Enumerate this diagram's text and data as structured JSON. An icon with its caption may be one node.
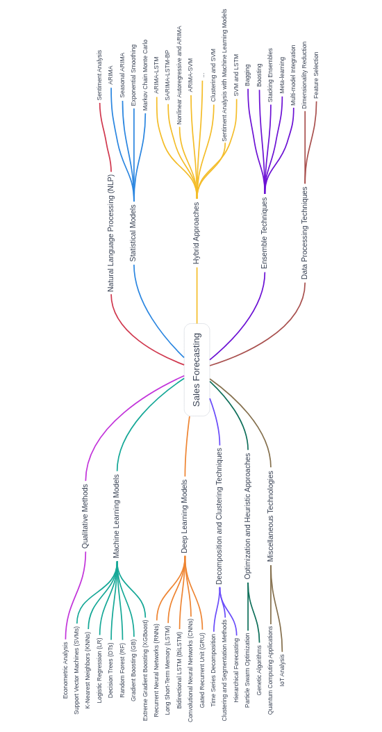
{
  "diagram": {
    "nodes": [
      {
        "text": [
          "Sales Forecasting"
        ]
      },
      {
        "text": [
          "Natural Language Processing (NLP)"
        ]
      },
      {
        "text": [
          "Sentiment Analysis"
        ]
      },
      {
        "text": [
          "Statistical Models"
        ]
      },
      {
        "text": [
          "ARIMA"
        ]
      },
      {
        "text": [
          "Seasonal ARIMA"
        ]
      },
      {
        "text": [
          "Exponential Smoothing"
        ]
      },
      {
        "text": [
          "Markov Chain Monte Carlo"
        ]
      },
      {
        "text": [
          "Hybrid Approaches"
        ]
      },
      {
        "text": [
          "ARIMA-LSTM"
        ]
      },
      {
        "text": [
          "SARIMA-LSTM-BP"
        ]
      },
      {
        "text": [
          "Nonlinear Autoregressive and ARIMA"
        ]
      },
      {
        "text": [
          "ARIMA-SVM"
        ]
      },
      {
        "text": [
          "..."
        ]
      },
      {
        "text": [
          "Clustering and SVM"
        ]
      },
      {
        "text": [
          "Sentiment Analysis with Machine Learning Models"
        ]
      },
      {
        "text": [
          "SVM and LSTM"
        ]
      },
      {
        "text": [
          "Ensemble Techniques"
        ]
      },
      {
        "text": [
          "Bagging"
        ]
      },
      {
        "text": [
          "Boosting"
        ]
      },
      {
        "text": [
          "Stacking Ensembles"
        ]
      },
      {
        "text": [
          "Meta-learning"
        ]
      },
      {
        "text": [
          "Multi-model Integration"
        ]
      },
      {
        "text": [
          "Data Processing Techniques"
        ]
      },
      {
        "text": [
          "Dimensionality Reduction"
        ]
      },
      {
        "text": [
          "Feature Selection"
        ]
      },
      {
        "text": [
          "Qualitative Methods"
        ]
      },
      {
        "text": [
          "Econometric Analysis"
        ]
      },
      {
        "text": [
          "Machine Learning Models"
        ]
      },
      {
        "text": [
          "Support Vector Machines (SVMs)"
        ]
      },
      {
        "text": [
          "K-Nearest Neighbors (KNNs)"
        ]
      },
      {
        "text": [
          "Logistic Regression (LR)"
        ]
      },
      {
        "text": [
          "Decision Trees (DTs)"
        ]
      },
      {
        "text": [
          "Random Forest (RF)"
        ]
      },
      {
        "text": [
          "Gradient Boosting (GB)"
        ]
      },
      {
        "text": [
          "Extreme Gradient Boosting (XGBoost)"
        ]
      },
      {
        "text": [
          "Deep Learning Models"
        ]
      },
      {
        "text": [
          "Recurrent Neural Networks (RNNs)"
        ]
      },
      {
        "text": [
          "Long Short-Term Memory (LSTM)"
        ]
      },
      {
        "text": [
          "Bidirectional LSTM (BiLSTM)"
        ]
      },
      {
        "text": [
          "Convolutional Neural Networks (CNNs)"
        ]
      },
      {
        "text": [
          "Gated Recurrent Unit (GRU)"
        ]
      },
      {
        "text": [
          "Decomposition and Clustering Techniques"
        ]
      },
      {
        "text": [
          "Time Series Decomposition"
        ]
      },
      {
        "text": [
          "Clustering and Segmentation Methods"
        ]
      },
      {
        "text": [
          "Hierarchical Forecasting"
        ]
      },
      {
        "text": [
          "Optimization and Heuristic Approaches"
        ]
      },
      {
        "text": [
          "Particle Swarm Optimization"
        ]
      },
      {
        "text": [
          "Genetic Algorithms"
        ]
      },
      {
        "text": [
          "Miscellaneous Technologies"
        ]
      },
      {
        "text": [
          "Quantum Computing Applications"
        ]
      },
      {
        "text": [
          "IoT Analysis"
        ]
      }
    ],
    "edges": [
      {
        "from": 0,
        "to": 1,
        "arrow": "none",
        "color": "#d0394f"
      },
      {
        "from": 1,
        "to": 2,
        "arrow": "none",
        "color": "#d0394f"
      },
      {
        "from": 0,
        "to": 3,
        "arrow": "none",
        "color": "#2b86e0"
      },
      {
        "from": 3,
        "to": 4,
        "arrow": "none",
        "color": "#2b86e0"
      },
      {
        "from": 3,
        "to": 5,
        "arrow": "none",
        "color": "#2b86e0"
      },
      {
        "from": 3,
        "to": 6,
        "arrow": "none",
        "color": "#2b86e0"
      },
      {
        "from": 3,
        "to": 7,
        "arrow": "none",
        "color": "#2b86e0"
      },
      {
        "from": 0,
        "to": 8,
        "arrow": "none",
        "color": "#f4bd2a"
      },
      {
        "from": 8,
        "to": 9,
        "arrow": "none",
        "color": "#f4bd2a"
      },
      {
        "from": 8,
        "to": 10,
        "arrow": "none",
        "color": "#f4bd2a"
      },
      {
        "from": 8,
        "to": 11,
        "arrow": "none",
        "color": "#f4bd2a"
      },
      {
        "from": 8,
        "to": 12,
        "arrow": "none",
        "color": "#f4bd2a"
      },
      {
        "from": 8,
        "to": 13,
        "arrow": "none",
        "color": "#f4bd2a"
      },
      {
        "from": 8,
        "to": 14,
        "arrow": "none",
        "color": "#f4bd2a"
      },
      {
        "from": 8,
        "to": 15,
        "arrow": "none",
        "color": "#f4bd2a"
      },
      {
        "from": 8,
        "to": 16,
        "arrow": "none",
        "color": "#f4bd2a"
      },
      {
        "from": 0,
        "to": 17,
        "arrow": "none",
        "color": "#6c12d4"
      },
      {
        "from": 17,
        "to": 18,
        "arrow": "none",
        "color": "#6c12d4"
      },
      {
        "from": 17,
        "to": 19,
        "arrow": "none",
        "color": "#6c12d4"
      },
      {
        "from": 17,
        "to": 20,
        "arrow": "none",
        "color": "#6c12d4"
      },
      {
        "from": 17,
        "to": 21,
        "arrow": "none",
        "color": "#6c12d4"
      },
      {
        "from": 17,
        "to": 22,
        "arrow": "none",
        "color": "#6c12d4"
      },
      {
        "from": 0,
        "to": 23,
        "arrow": "none",
        "color": "#a9514f"
      },
      {
        "from": 23,
        "to": 24,
        "arrow": "none",
        "color": "#a9514f"
      },
      {
        "from": 23,
        "to": 25,
        "arrow": "none",
        "color": "#a9514f"
      },
      {
        "from": 26,
        "to": 0,
        "arrow": "none",
        "color": "#c234da"
      },
      {
        "from": 27,
        "to": 26,
        "arrow": "none",
        "color": "#c234da"
      },
      {
        "from": 28,
        "to": 0,
        "arrow": "none",
        "color": "#16a897"
      },
      {
        "from": 29,
        "to": 28,
        "arrow": "none",
        "color": "#16a897"
      },
      {
        "from": 30,
        "to": 28,
        "arrow": "none",
        "color": "#16a897"
      },
      {
        "from": 31,
        "to": 28,
        "arrow": "none",
        "color": "#16a897"
      },
      {
        "from": 32,
        "to": 28,
        "arrow": "none",
        "color": "#16a897"
      },
      {
        "from": 33,
        "to": 28,
        "arrow": "none",
        "color": "#16a897"
      },
      {
        "from": 34,
        "to": 28,
        "arrow": "none",
        "color": "#16a897"
      },
      {
        "from": 35,
        "to": 28,
        "arrow": "none",
        "color": "#16a897"
      },
      {
        "from": 36,
        "to": 0,
        "arrow": "none",
        "color": "#ee8533"
      },
      {
        "from": 37,
        "to": 36,
        "arrow": "none",
        "color": "#ee8533"
      },
      {
        "from": 38,
        "to": 36,
        "arrow": "none",
        "color": "#ee8533"
      },
      {
        "from": 39,
        "to": 36,
        "arrow": "none",
        "color": "#ee8533"
      },
      {
        "from": 40,
        "to": 36,
        "arrow": "none",
        "color": "#ee8533"
      },
      {
        "from": 41,
        "to": 36,
        "arrow": "none",
        "color": "#ee8533"
      },
      {
        "from": 42,
        "to": 0,
        "arrow": "none",
        "color": "#6a4dfa"
      },
      {
        "from": 43,
        "to": 42,
        "arrow": "none",
        "color": "#6a4dfa"
      },
      {
        "from": 44,
        "to": 42,
        "arrow": "none",
        "color": "#6a4dfa"
      },
      {
        "from": 45,
        "to": 42,
        "arrow": "none",
        "color": "#6a4dfa"
      },
      {
        "from": 46,
        "to": 0,
        "arrow": "none",
        "color": "#0f6f5a"
      },
      {
        "from": 47,
        "to": 46,
        "arrow": "none",
        "color": "#0f6f5a"
      },
      {
        "from": 48,
        "to": 46,
        "arrow": "none",
        "color": "#0f6f5a"
      },
      {
        "from": 49,
        "to": 0,
        "arrow": "none",
        "color": "#85704e"
      },
      {
        "from": 50,
        "to": 49,
        "arrow": "none",
        "color": "#85704e"
      },
      {
        "from": 51,
        "to": 49,
        "arrow": "none",
        "color": "#85704e"
      }
    ]
  }
}
